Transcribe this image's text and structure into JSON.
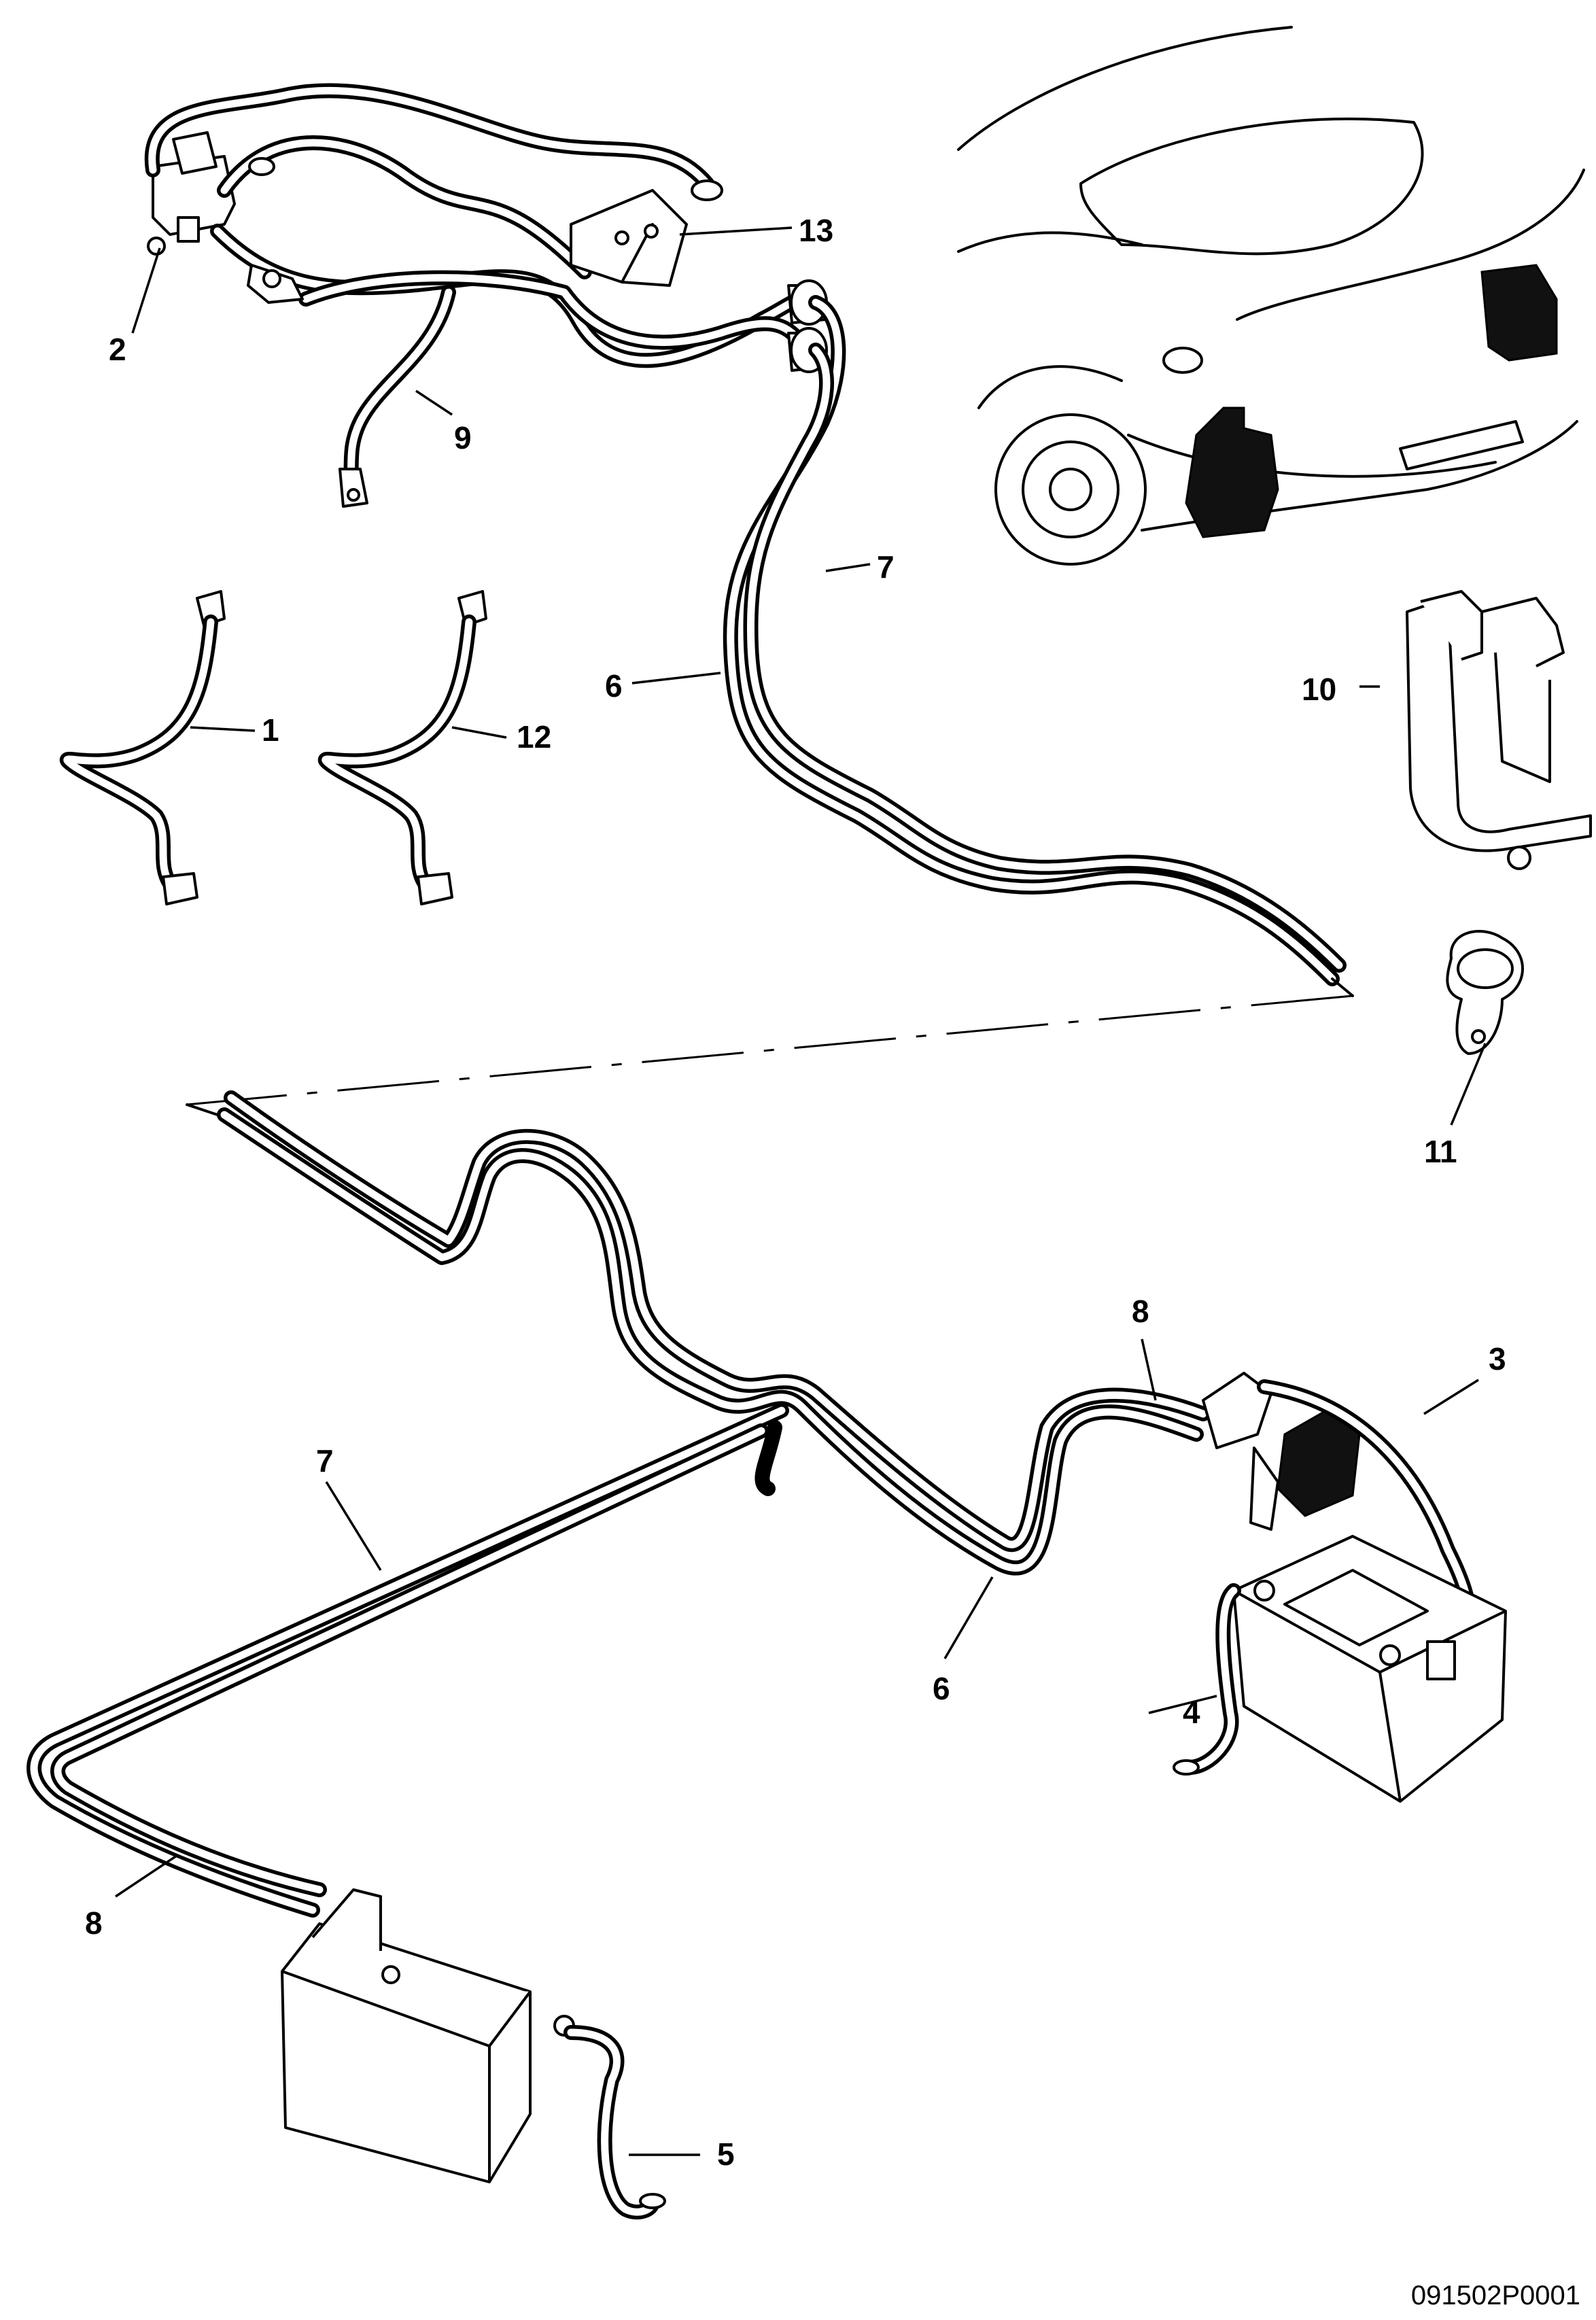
{
  "callouts": {
    "c1": "1",
    "c2": "2",
    "c3": "3",
    "c4": "4",
    "c5": "5",
    "c6_top": "6",
    "c6_bottom": "6",
    "c7_top": "7",
    "c7_bottom": "7",
    "c8_top": "8",
    "c8_bottom": "8",
    "c9": "9",
    "c10": "10",
    "c11": "11",
    "c12": "12",
    "c13": "13"
  },
  "drawing_code": "091502P0001",
  "icons": {
    "battery_front": "battery-icon",
    "battery_rear": "battery-icon",
    "vehicle": "vehicle-outline-icon",
    "bracket": "bracket-icon",
    "p_clip": "p-clip-icon"
  }
}
